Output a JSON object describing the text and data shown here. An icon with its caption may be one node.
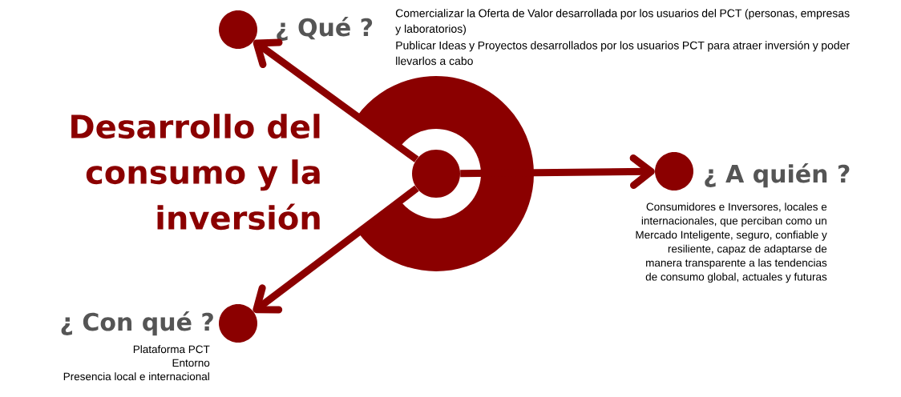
{
  "diagram": {
    "title": "Desarrollo del consumo y la inversión",
    "nodes": [
      {
        "text": [],
        "shape": "circle"
      },
      {
        "text": [
          "¿ Qué ?"
        ],
        "beside": [
          "Comercializar la Oferta de Valor desarrollada por los usuarios del PCT (personas, empresas y laboratorios)",
          "Publicar Ideas y Proyectos desarrollados por los usuarios PCT para atraer inversión y poder llevarlos a cabo"
        ]
      },
      {
        "text": [
          "¿ A quién ?"
        ],
        "beside": [
          "Consumidores e Inversores, locales e internacionales, que perciban como un Mercado Inteligente, seguro, confiable y resiliente, capaz de adaptarse de manera transparente a las tendencias de consumo global, actuales y futuras"
        ]
      },
      {
        "text": [
          "¿ Con qué ?"
        ],
        "beside": [
          "Plataforma PCT",
          "Entorno",
          "Presencia local e internacional"
        ]
      }
    ],
    "edges": [
      {
        "from": 0,
        "to": 1,
        "arrow": "to"
      },
      {
        "from": 0,
        "to": 2,
        "arrow": "to"
      },
      {
        "from": 0,
        "to": 3,
        "arrow": "to"
      }
    ]
  }
}
